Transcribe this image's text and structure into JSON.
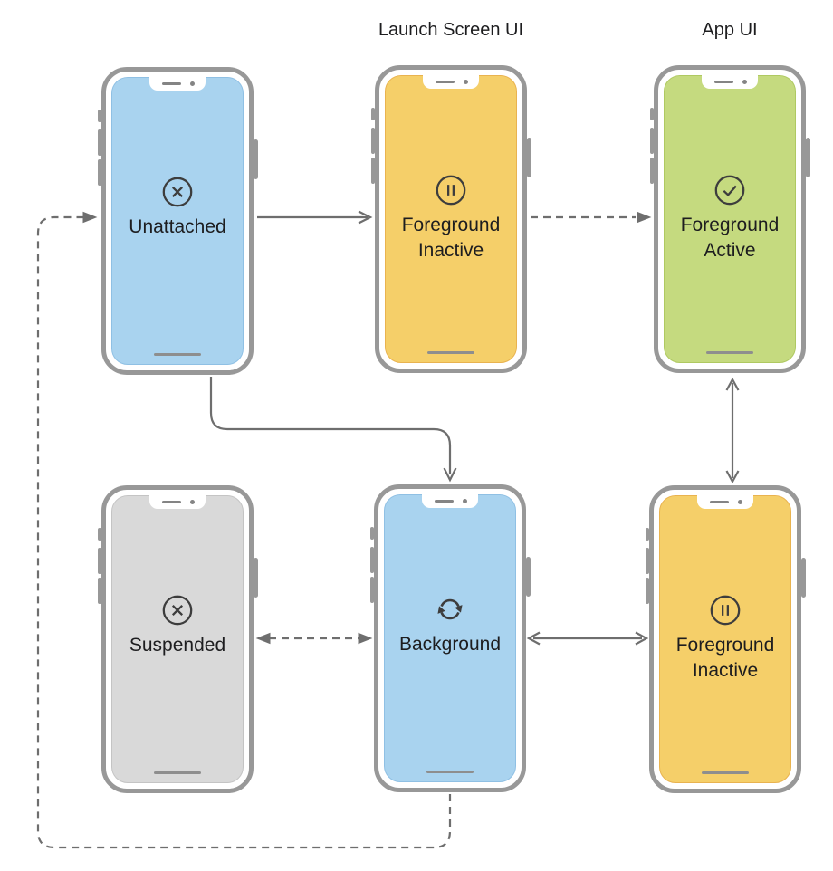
{
  "diagram": {
    "title_context": "App life-cycle states",
    "column_headers": {
      "launch_screen": "Launch Screen UI",
      "app": "App UI"
    },
    "phones": [
      {
        "id": "unattached",
        "label": "Unattached",
        "icon": "circle-x-icon",
        "screen_color": "blue"
      },
      {
        "id": "foreground-inactive-top",
        "label": "Foreground Inactive",
        "icon": "circle-pause-icon",
        "screen_color": "yellow"
      },
      {
        "id": "foreground-active",
        "label": "Foreground Active",
        "icon": "circle-check-icon",
        "screen_color": "green"
      },
      {
        "id": "suspended",
        "label": "Suspended",
        "icon": "circle-x-icon",
        "screen_color": "gray"
      },
      {
        "id": "background",
        "label": "Background",
        "icon": "refresh-icon",
        "screen_color": "blue"
      },
      {
        "id": "foreground-inactive-bottom",
        "label": "Foreground Inactive",
        "icon": "circle-pause-icon",
        "screen_color": "yellow"
      }
    ],
    "transitions": [
      {
        "from": "unattached",
        "to": "foreground-inactive-top",
        "line": "solid",
        "heads": "end"
      },
      {
        "from": "foreground-inactive-top",
        "to": "foreground-active",
        "line": "dashed",
        "heads": "end"
      },
      {
        "from": "unattached",
        "to": "background",
        "line": "solid",
        "heads": "end"
      },
      {
        "from": "foreground-active",
        "to": "foreground-inactive-bottom",
        "line": "solid",
        "heads": "both"
      },
      {
        "from": "background",
        "to": "suspended",
        "line": "dashed",
        "heads": "both"
      },
      {
        "from": "background",
        "to": "foreground-inactive-bottom",
        "line": "solid",
        "heads": "both"
      },
      {
        "from": "background",
        "to": "unattached",
        "line": "dashed",
        "heads": "end",
        "route": "bottom-left-loop"
      }
    ],
    "colors": {
      "screen_blue": "#A9D3EF",
      "edge_blue": "#8FC0E4",
      "screen_yellow": "#F5CF69",
      "edge_yellow": "#E9B34F",
      "screen_green": "#C5DA7F",
      "edge_green": "#AFC961",
      "screen_gray": "#D9D9D9",
      "edge_gray": "#C4C4C4",
      "frame": "#989898",
      "arrow": "#6E6E6E",
      "icon": "#3D3D3D",
      "text": "#1D1D1F"
    }
  }
}
